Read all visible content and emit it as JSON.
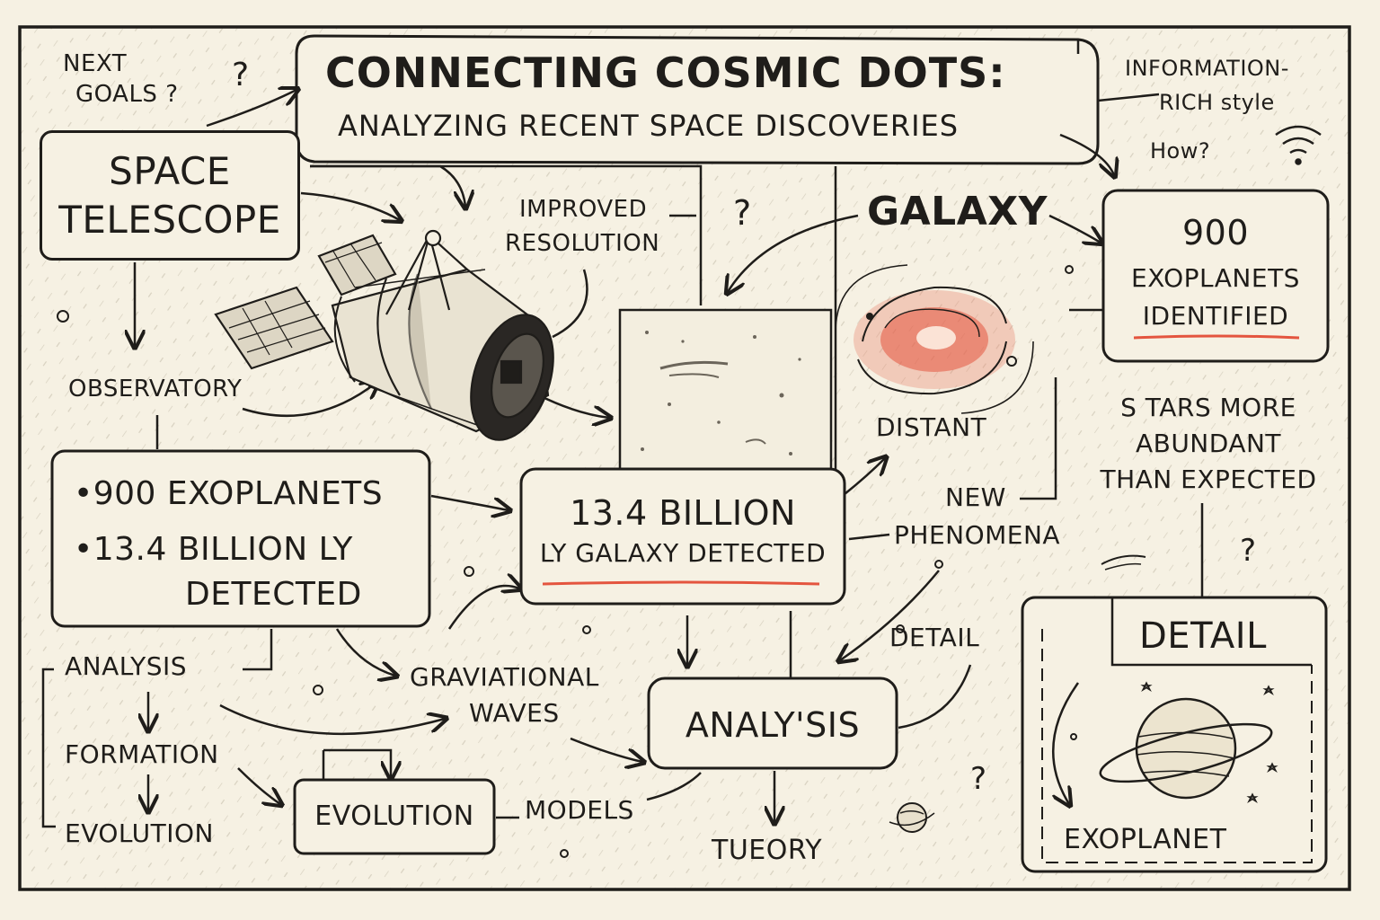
{
  "title": {
    "line1": "CONNECTING COSMIC DOTS:",
    "line2": "ANALYZING RECENT SPACE DISCOVERIES"
  },
  "corner_notes": {
    "top_left_line1": "NEXT",
    "top_left_line2": "GOALS ?",
    "top_left_q": "?",
    "top_right_line1": "INFORMATION-",
    "top_right_line2": "RICH style",
    "top_right_line3": "How?"
  },
  "nodes": {
    "space_telescope_line1": "SPACE",
    "space_telescope_line2": "TELESCOPE",
    "improved_line1": "IMPROVED",
    "improved_line2": "RESOLUTION",
    "observatory": "OBSERVATORY",
    "galaxy": "GALAXY",
    "galaxy_q": "?",
    "exoplanets_count": "900",
    "exoplanets_line2": "EXOPLANETS",
    "exoplanets_line3": "IDENTIFIED",
    "stars_line1": "S TARS MORE",
    "stars_line2": "ABUNDANT",
    "stars_line3": "THAN EXPECTED",
    "distant": "DISTANT",
    "new_line1": "NEW",
    "new_line2": "PHENOMENA",
    "summary_bullet1": "•900 EXOPLANETS",
    "summary_bullet2": "•13.4 BILLION LY",
    "summary_bullet3": "DETECTED",
    "galaxy_detected_line1": "13.4 BILLION",
    "galaxy_detected_line2": "LY GALAXY DETECTED",
    "analysis_small": "ANALYSIS",
    "formation": "FORMATION",
    "evolution_small": "EVOLUTION",
    "evolution_box": "EVOLUTION",
    "models": "MODELS",
    "grav_line1": "GRAVIATIONAL",
    "grav_line2": "WAVES",
    "analysis_box": "ANALY'SIS",
    "detail_mid": "DETAIL",
    "tueory": "TUEORY",
    "detail_box": "DETAIL",
    "exoplanet": "EXOPLANET",
    "q_right": "?",
    "q_bottom": "?"
  },
  "colors": {
    "ink": "#1f1d1a",
    "accent": "#e4553f",
    "paper": "#f6f1e3"
  },
  "icons": [
    "space-telescope-icon",
    "spiral-galaxy-icon",
    "ringed-planet-icon",
    "small-planet-icon",
    "wifi-signal-icon"
  ]
}
